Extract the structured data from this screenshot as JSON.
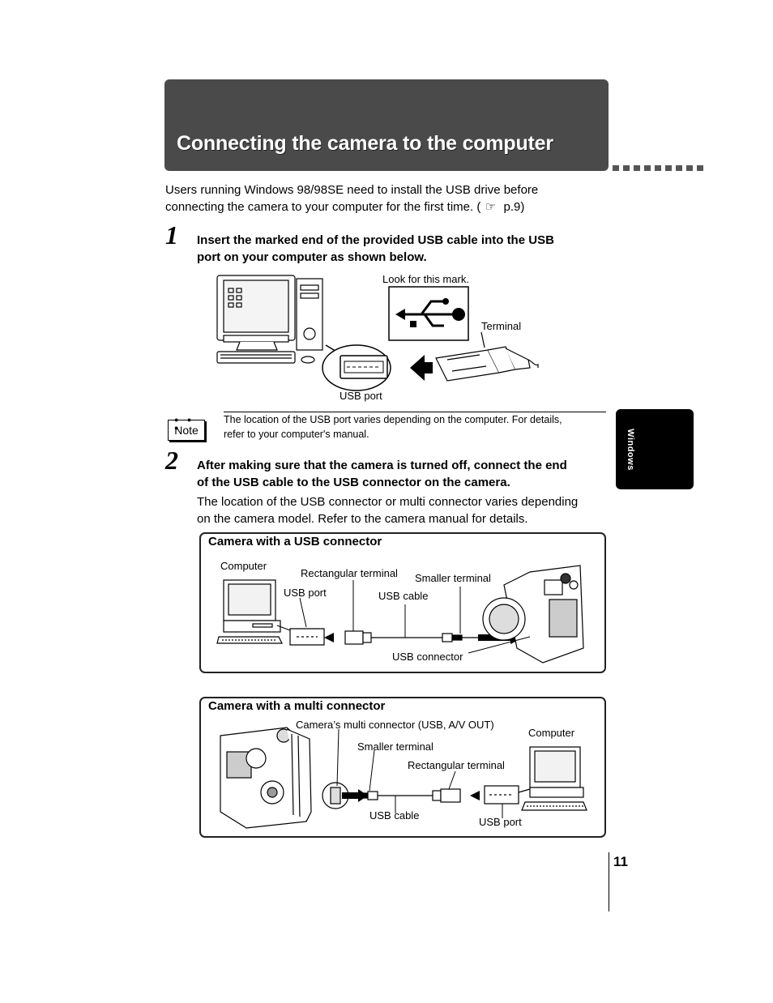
{
  "header": {
    "title": "Connecting the camera to the computer"
  },
  "intro": {
    "line1": "Users running Windows 98/98SE need to install the USB drive before",
    "line2_before": "connecting the camera to your computer for the first time. (",
    "line2_after": " p.9)"
  },
  "step1": {
    "number": "1",
    "line1": "Insert the marked end of the provided USB cable into the USB",
    "line2": "port on your computer as shown below."
  },
  "figure1": {
    "look_label": "Look for this mark.",
    "terminal_label": "Terminal",
    "usb_port_label": "USB port"
  },
  "note": {
    "icon_label": "Note",
    "line1": "The location of the USB port varies depending on the computer. For details,",
    "line2": "refer to your computer's manual."
  },
  "step2": {
    "number": "2",
    "line1": "After making sure that the camera is turned off, connect the end",
    "line2": "of the USB cable to the USB connector on the camera.",
    "body1": "The location of the USB connector or multi connector varies depending",
    "body2": "on the camera model. Refer to the camera manual for details."
  },
  "box_usb": {
    "title": "Camera with a USB connector",
    "computer": "Computer",
    "rect_terminal": "Rectangular terminal",
    "smaller_terminal": "Smaller terminal",
    "usb_port": "USB port",
    "usb_cable": "USB cable",
    "usb_connector": "USB connector"
  },
  "box_multi": {
    "title": "Camera with a multi connector",
    "multi_connector": "Camera’s multi connector (USB, A/V OUT)",
    "computer": "Computer",
    "smaller_terminal": "Smaller terminal",
    "rect_terminal": "Rectangular terminal",
    "usb_cable": "USB cable",
    "usb_port": "USB port"
  },
  "side_tab": {
    "label": "Windows"
  },
  "page": {
    "number": "11"
  },
  "colors": {
    "title_bar": "#4a4a4a",
    "side_tab": "#000000"
  }
}
